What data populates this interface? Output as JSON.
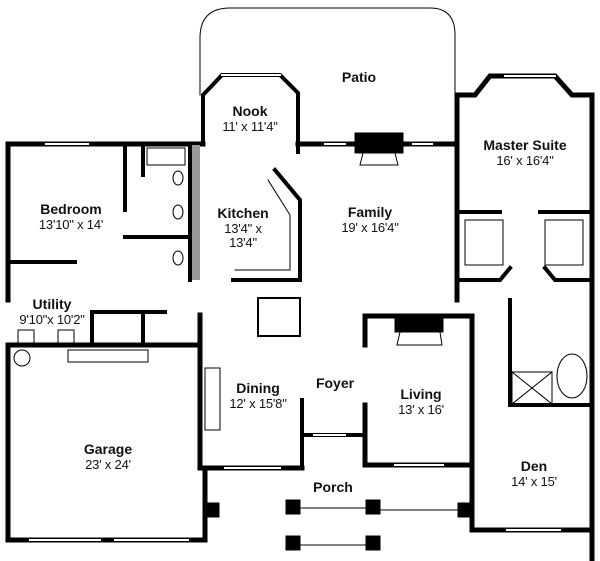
{
  "plan": {
    "type": "floor-plan",
    "rooms": [
      {
        "id": "patio",
        "name": "Patio",
        "dims": ""
      },
      {
        "id": "nook",
        "name": "Nook",
        "dims": "11' x 11'4\""
      },
      {
        "id": "master-suite",
        "name": "Master Suite",
        "dims": "16' x 16'4\""
      },
      {
        "id": "bedroom",
        "name": "Bedroom",
        "dims": "13'10\" x 14'"
      },
      {
        "id": "kitchen",
        "name": "Kitchen",
        "dims": "13'4\" x",
        "dims2": "13'4\""
      },
      {
        "id": "family",
        "name": "Family",
        "dims": "19' x 16'4\""
      },
      {
        "id": "utility",
        "name": "Utility",
        "dims": "9'10\"x 10'2\""
      },
      {
        "id": "dining",
        "name": "Dining",
        "dims": "12' x 15'8\""
      },
      {
        "id": "foyer",
        "name": "Foyer",
        "dims": ""
      },
      {
        "id": "living",
        "name": "Living",
        "dims": "13' x 16'"
      },
      {
        "id": "garage",
        "name": "Garage",
        "dims": "23' x 24'"
      },
      {
        "id": "den",
        "name": "Den",
        "dims": "14' x 15'"
      },
      {
        "id": "porch",
        "name": "Porch",
        "dims": ""
      }
    ]
  },
  "colors": {
    "wall": "#000000",
    "fixture": "#555555",
    "background": "#ffffff"
  }
}
